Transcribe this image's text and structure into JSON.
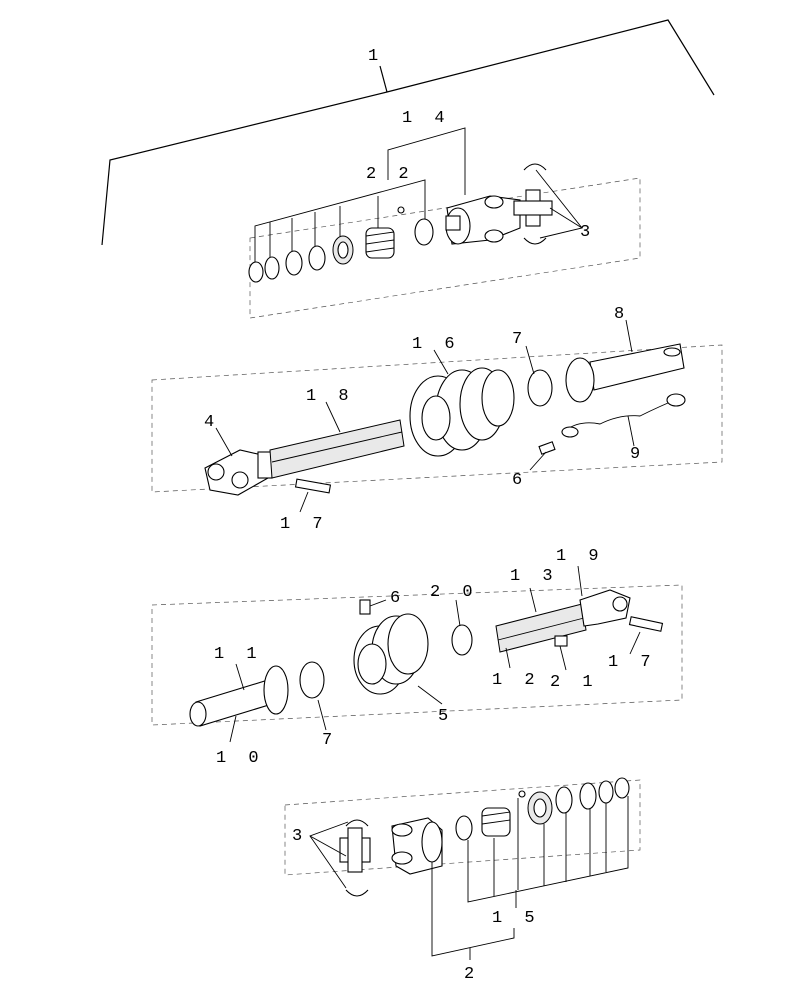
{
  "diagram": {
    "callouts": [
      {
        "id": "c1",
        "text": "1"
      },
      {
        "id": "c14",
        "text": "1 4"
      },
      {
        "id": "c22",
        "text": "2 2"
      },
      {
        "id": "c3a",
        "text": "3"
      },
      {
        "id": "c16",
        "text": "1 6"
      },
      {
        "id": "c7a",
        "text": "7"
      },
      {
        "id": "c8",
        "text": "8"
      },
      {
        "id": "c18",
        "text": "1 8"
      },
      {
        "id": "c4",
        "text": "4"
      },
      {
        "id": "c6a",
        "text": "6"
      },
      {
        "id": "c9",
        "text": "9"
      },
      {
        "id": "c17a",
        "text": "1 7"
      },
      {
        "id": "c19",
        "text": "1 9"
      },
      {
        "id": "c13",
        "text": "1 3"
      },
      {
        "id": "c6b",
        "text": "6"
      },
      {
        "id": "c20",
        "text": "2 0"
      },
      {
        "id": "c11",
        "text": "1 1"
      },
      {
        "id": "c17b",
        "text": "1 7"
      },
      {
        "id": "c12",
        "text": "1 2"
      },
      {
        "id": "c21",
        "text": "2 1"
      },
      {
        "id": "c5",
        "text": "5"
      },
      {
        "id": "c7b",
        "text": "7"
      },
      {
        "id": "c10",
        "text": "1 0"
      },
      {
        "id": "c3b",
        "text": "3"
      },
      {
        "id": "c15",
        "text": "1 5"
      },
      {
        "id": "c2",
        "text": "2"
      }
    ]
  }
}
